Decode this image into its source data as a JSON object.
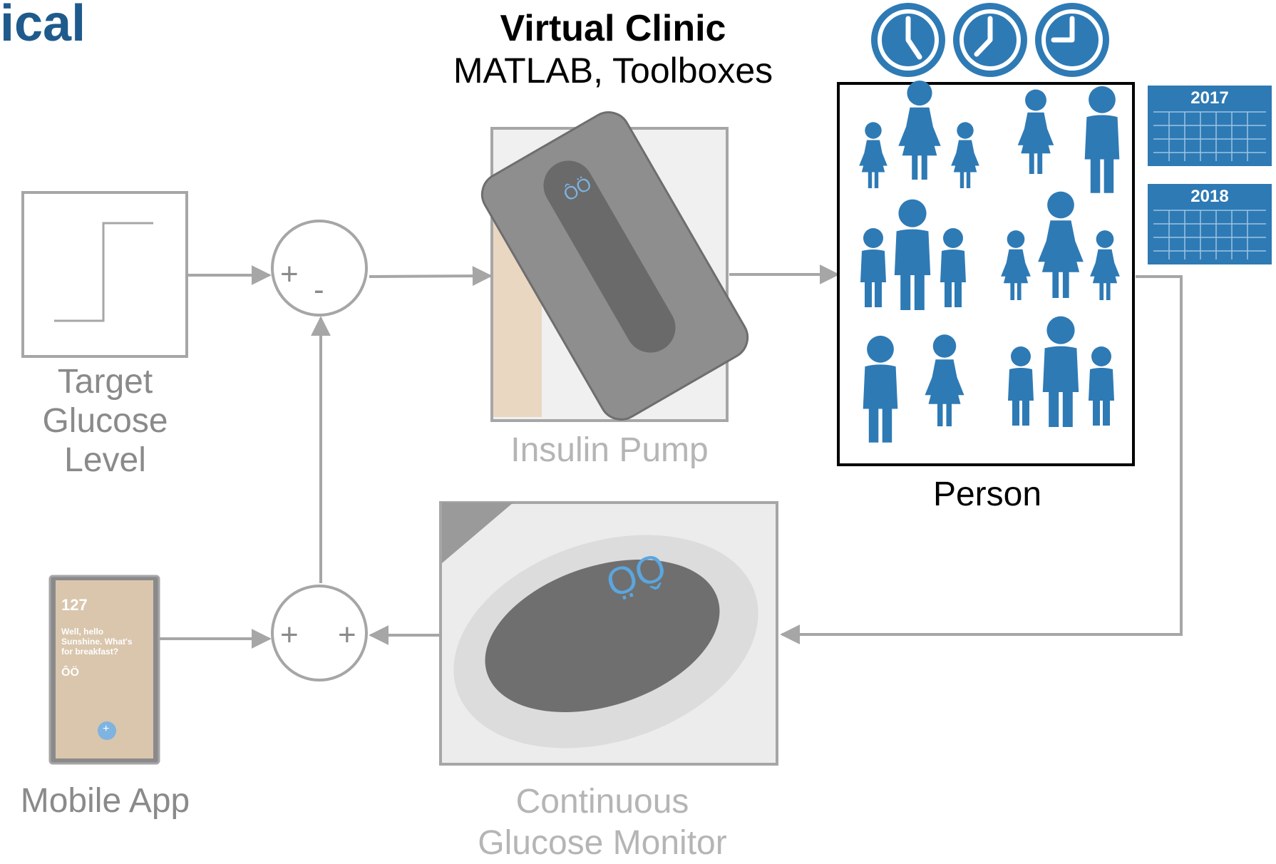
{
  "header": {
    "title_fragment": "ical",
    "center_title": "Virtual Clinic",
    "center_subtitle": "MATLAB, Toolboxes"
  },
  "blocks": {
    "target": {
      "label_lines": [
        "Target",
        "Glucose",
        "Level"
      ]
    },
    "sum_top": {
      "signs": [
        "+",
        "-"
      ]
    },
    "sum_bottom": {
      "signs": [
        "+",
        "+"
      ]
    },
    "pump": {
      "label": "Insulin Pump",
      "device_glyph": "ÔÖ"
    },
    "person": {
      "label": "Person"
    },
    "cgm": {
      "label_lines": [
        "Continuous",
        "Glucose Monitor"
      ],
      "device_glyph": "ÔÖ"
    },
    "app": {
      "label": "Mobile App",
      "screen_value": "127",
      "screen_message": "Well, hello Sunshine. What's for breakfast?",
      "screen_logo": "ÔÖ",
      "fab": "+"
    }
  },
  "calendars": [
    {
      "year": "2017"
    },
    {
      "year": "2018"
    }
  ],
  "icons": {
    "clocks": [
      "clock-icon",
      "clock-icon",
      "clock-icon"
    ],
    "people": "person-group-icon",
    "calendar": "calendar-icon"
  },
  "colors": {
    "accent": "#2e7ab5",
    "title_blue": "#1f5a8c",
    "line_gray": "#a6a6a6",
    "text_gray": "#8a8a8a",
    "text_light": "#b5b5b5"
  }
}
